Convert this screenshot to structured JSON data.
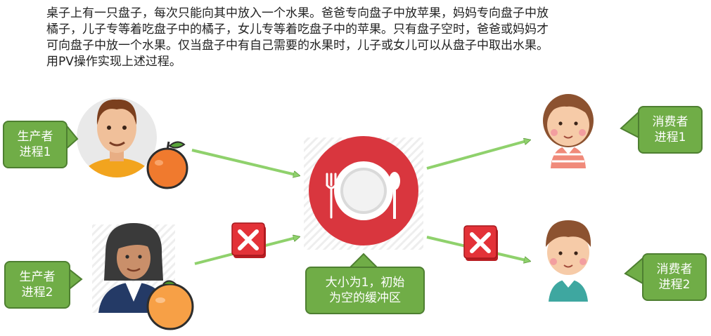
{
  "problem_text": [
    "桌子上有一只盘子，每次只能向其中放入一个水果。爸爸专向盘子中放苹果，妈妈专向盘子中放",
    "橘子，儿子专等着吃盘子中的橘子，女儿专等着吃盘子中的苹果。只有盘子空时，爸爸或妈妈才",
    "可向盘子中放一个水果。仅当盘子中有自己需要的水果时，儿子或女儿可以从盘子中取出水果。",
    "用PV操作实现上述过程。"
  ],
  "producer1": {
    "line1": "生产者",
    "line2": "进程1"
  },
  "producer2": {
    "line1": "生产者",
    "line2": "进程2"
  },
  "consumer1": {
    "line1": "消费者",
    "line2": "进程1"
  },
  "consumer2": {
    "line1": "消费者",
    "line2": "进程2"
  },
  "buffer": {
    "line1": "大小为1，初始",
    "line2": "为空的缓冲区"
  },
  "colors": {
    "bubble": "#70ad47",
    "arrow": "#8fd16c",
    "plate_red": "#d9363e",
    "cross_red": "#d9262e"
  }
}
